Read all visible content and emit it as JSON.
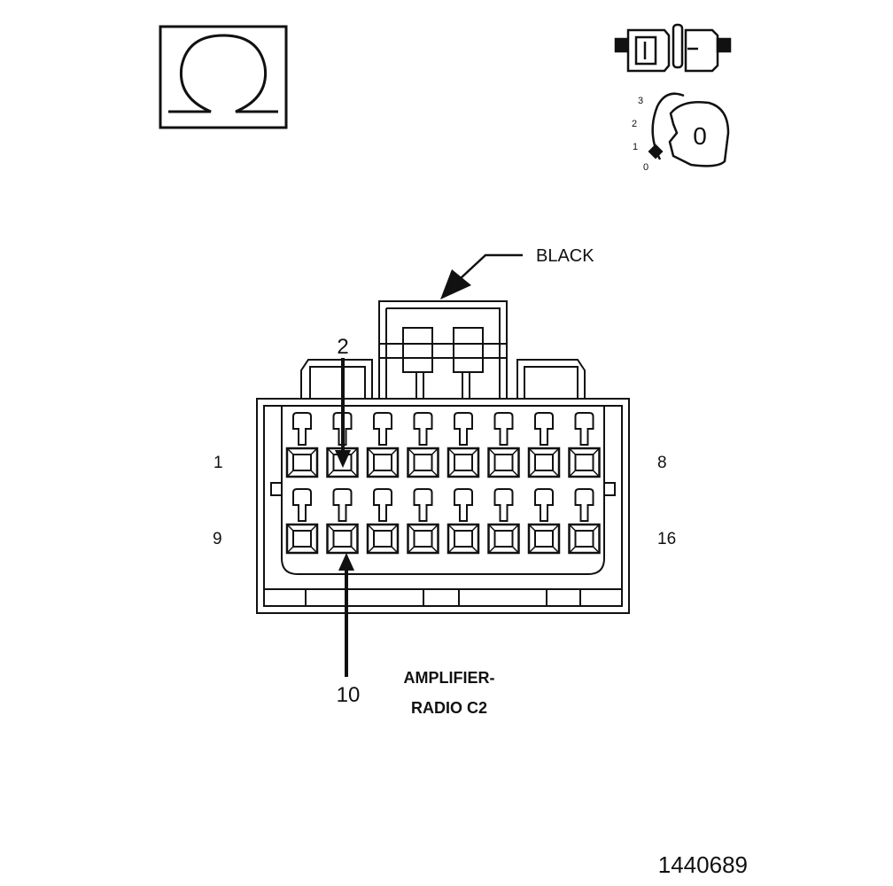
{
  "symbols": {
    "ohm": {
      "glyph": "Ω",
      "icon": "ohmmeter-symbol"
    },
    "connector_disconnected": {
      "icon": "connector-disconnected-icon"
    },
    "ignition_key": {
      "icon": "ignition-key-icon",
      "key_label": "0",
      "positions": [
        "3",
        "2",
        "1",
        "0"
      ]
    }
  },
  "connector": {
    "color_label": "BLACK",
    "name_line1": "AMPLIFIER-",
    "name_line2": "RADIO C2",
    "row1_start": "1",
    "row1_end": "8",
    "row2_start": "9",
    "row2_end": "16",
    "callout_top": "2",
    "callout_bottom": "10",
    "pins_per_row": 8,
    "rows": 2
  },
  "figure_id": "1440689",
  "colors": {
    "line": "#111111",
    "background": "#ffffff"
  }
}
